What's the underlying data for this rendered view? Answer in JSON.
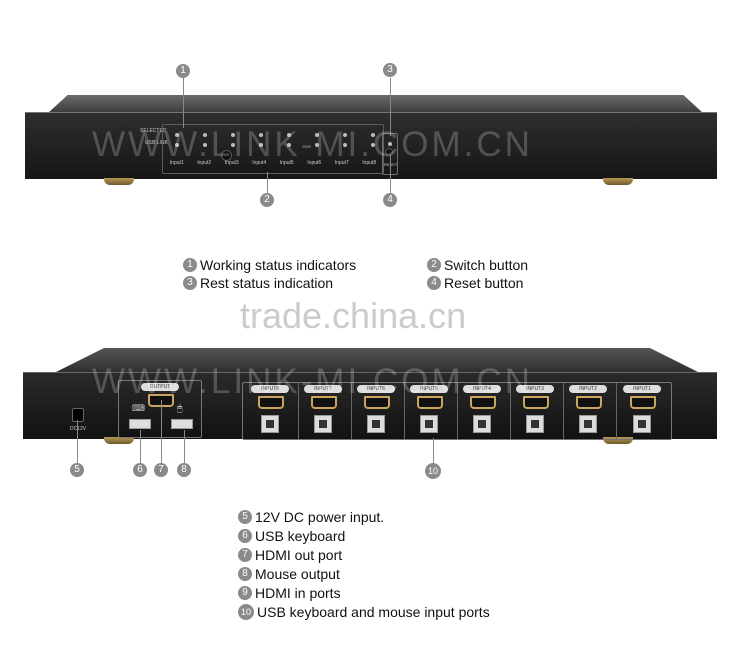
{
  "watermark": "WWW.LINK-MI.COM.CN",
  "front_panel": {
    "title": "8-PORT HDMI KVM SWITCH",
    "row_labels": [
      "SELECTED",
      "USB LINK"
    ],
    "inputs": [
      "Input1",
      "Input2",
      "Input3",
      "Input4",
      "Input5",
      "Input6",
      "Input7",
      "Input8"
    ],
    "reset_label": "RESET"
  },
  "back_panel": {
    "title": "8-PORT HDMI KVM SWITCH",
    "output_label": "OUTPUT",
    "dc_label": "DC12V",
    "inputs": [
      "INPUT8",
      "INPUT7",
      "INPUT6",
      "INPUT5",
      "INPUT4",
      "INPUT3",
      "INPUT2",
      "INPUT1"
    ]
  },
  "callouts": [
    "1",
    "2",
    "3",
    "4",
    "5",
    "6",
    "7",
    "8",
    "10"
  ],
  "legend_top": [
    {
      "num": "1",
      "text": "Working status indicators"
    },
    {
      "num": "2",
      "text": "Switch button"
    },
    {
      "num": "3",
      "text": "Rest status indication"
    },
    {
      "num": "4",
      "text": "Reset button"
    }
  ],
  "legend_bottom": [
    {
      "num": "5",
      "text": "12V DC power input."
    },
    {
      "num": "6",
      "text": "USB keyboard"
    },
    {
      "num": "7",
      "text": "HDMI out port"
    },
    {
      "num": "8",
      "text": "Mouse output"
    },
    {
      "num": "9",
      "text": "HDMI in ports"
    },
    {
      "num": "10",
      "text": "USB keyboard and mouse input ports"
    }
  ],
  "trade_watermark": "trade.china.cn"
}
